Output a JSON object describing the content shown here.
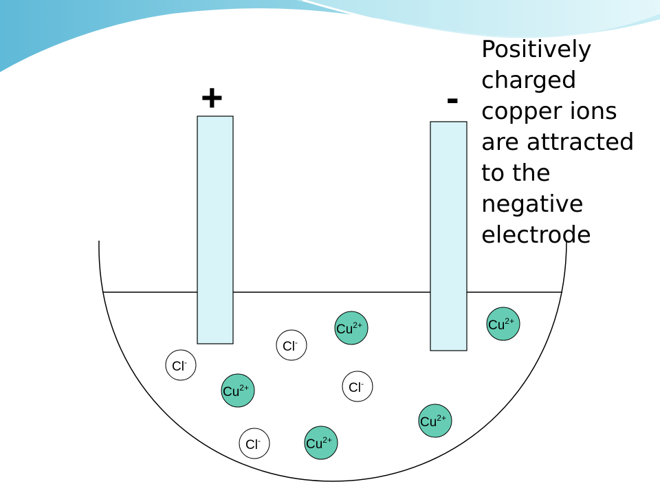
{
  "electrodes": {
    "positive_sign": "+",
    "negative_sign": "-"
  },
  "caption": {
    "lines": [
      "Positively",
      "charged",
      "copper ions",
      "are attracted",
      "to the",
      "negative",
      "electrode"
    ]
  },
  "ions": {
    "copper": {
      "symbol": "Cu",
      "charge": "2+",
      "color": "#66cdb4"
    },
    "chloride": {
      "symbol": "Cl",
      "charge": "-",
      "color": "#ffffff"
    }
  },
  "colors": {
    "electrode_fill": "#d9f4f8",
    "header_wave": "#8fd3e6"
  }
}
